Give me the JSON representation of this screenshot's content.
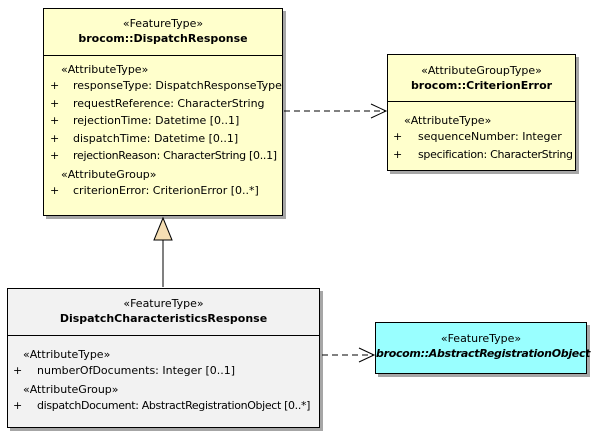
{
  "colors": {
    "feature_type_fill": "#ffffcc",
    "group_type_fill": "#ffffcc",
    "subtype_fill": "#f2f2f2",
    "abstract_fill": "#99ffff",
    "line": "#000000"
  },
  "classes": {
    "dispatch_response": {
      "stereotype": "«FeatureType»",
      "name": "brocom::DispatchResponse",
      "groups": [
        {
          "label": "«AttributeType»",
          "attributes": [
            {
              "vis": "+",
              "text": "responseType: DispatchResponseType"
            },
            {
              "vis": "+",
              "text": "requestReference: CharacterString"
            },
            {
              "vis": "+",
              "text": "rejectionTime: Datetime [0..1]"
            },
            {
              "vis": "+",
              "text": "dispatchTime: Datetime [0..1]"
            },
            {
              "vis": "+",
              "text": "rejectionReason: CharacterString [0..1]"
            }
          ]
        },
        {
          "label": "«AttributeGroup»",
          "attributes": [
            {
              "vis": "+",
              "text": "criterionError: CriterionError [0..*]"
            }
          ]
        }
      ]
    },
    "criterion_error": {
      "stereotype": "«AttributeGroupType»",
      "name": "brocom::CriterionError",
      "groups": [
        {
          "label": "«AttributeType»",
          "attributes": [
            {
              "vis": "+",
              "text": "sequenceNumber: Integer"
            },
            {
              "vis": "+",
              "text": "specification: CharacterString"
            }
          ]
        }
      ]
    },
    "dispatch_characteristics_response": {
      "stereotype": "«FeatureType»",
      "name": "DispatchCharacteristicsResponse",
      "groups": [
        {
          "label": "«AttributeType»",
          "attributes": [
            {
              "vis": "+",
              "text": "numberOfDocuments: Integer [0..1]"
            }
          ]
        },
        {
          "label": "«AttributeGroup»",
          "attributes": [
            {
              "vis": "+",
              "text": "dispatchDocument: AbstractRegistrationObject [0..*]"
            }
          ]
        }
      ]
    },
    "abstract_registration_object": {
      "stereotype": "«FeatureType»",
      "name": "brocom::AbstractRegistrationObject",
      "groups": []
    }
  },
  "relations": [
    {
      "type": "generalization",
      "from": "dispatch_characteristics_response",
      "to": "dispatch_response"
    },
    {
      "type": "dependency",
      "from": "dispatch_response",
      "to": "criterion_error"
    },
    {
      "type": "dependency",
      "from": "dispatch_characteristics_response",
      "to": "abstract_registration_object"
    }
  ]
}
